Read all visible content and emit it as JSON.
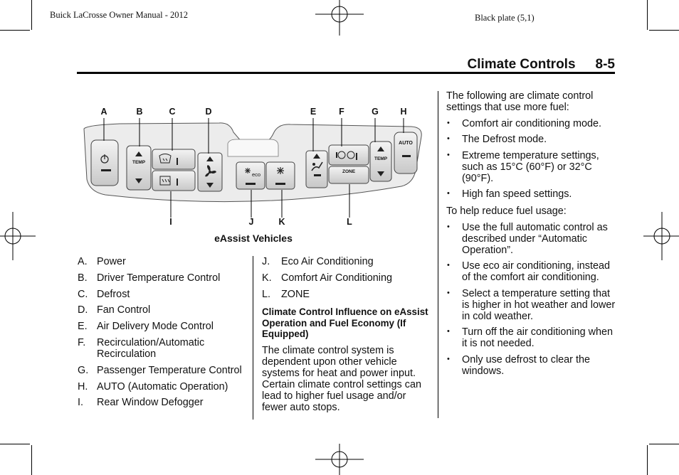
{
  "header": {
    "left": "Buick LaCrosse Owner Manual - 2012",
    "right": "Black plate (5,1)"
  },
  "section": {
    "title": "Climate Controls",
    "page_number": "8-5"
  },
  "figure": {
    "caption": "eAssist Vehicles",
    "top_labels": [
      "A",
      "B",
      "C",
      "D",
      "E",
      "F",
      "G",
      "H"
    ],
    "bottom_labels": [
      "I",
      "J",
      "K",
      "L"
    ],
    "buttons": {
      "temp_left": "TEMP",
      "temp_right": "TEMP",
      "auto": "AUTO",
      "eco": "eco",
      "zone": "ZONE"
    },
    "icons": [
      "power-icon",
      "defrost-icon",
      "rear-defog-icon",
      "fan-icon",
      "air-delivery-icon",
      "eco-snowflake-icon",
      "comfort-snowflake-icon",
      "recirculation-icon",
      "auto-recirculation-icon"
    ]
  },
  "legend_left": [
    {
      "key": "A.",
      "text": "Power"
    },
    {
      "key": "B.",
      "text": "Driver Temperature Control"
    },
    {
      "key": "C.",
      "text": "Defrost"
    },
    {
      "key": "D.",
      "text": "Fan Control"
    },
    {
      "key": "E.",
      "text": "Air Delivery Mode Control"
    },
    {
      "key": "F.",
      "text": "Recirculation/Automatic Recirculation"
    },
    {
      "key": "G.",
      "text": "Passenger Temperature Control"
    },
    {
      "key": "H.",
      "text": "AUTO (Automatic Operation)"
    },
    {
      "key": "I.",
      "text": "Rear Window Defogger"
    }
  ],
  "legend_right": [
    {
      "key": "J.",
      "text": "Eco Air Conditioning"
    },
    {
      "key": "K.",
      "text": "Comfort Air Conditioning"
    },
    {
      "key": "L.",
      "text": "ZONE"
    }
  ],
  "influence": {
    "heading": "Climate Control Influence on eAssist Operation and Fuel Economy (If Equipped)",
    "body": "The climate control system is dependent upon other vehicle systems for heat and power input. Certain climate control settings can lead to higher fuel usage and/or fewer auto stops."
  },
  "fuel_settings": {
    "intro": "The following are climate control settings that use more fuel:",
    "items": [
      "Comfort air conditioning mode.",
      "The Defrost mode.",
      "Extreme temperature settings, such as 15°C (60°F) or 32°C (90°F).",
      "High fan speed settings."
    ]
  },
  "reduce_usage": {
    "intro": "To help reduce fuel usage:",
    "items": [
      "Use the full automatic control as described under “Automatic Operation”.",
      "Use eco air conditioning, instead of the comfort air conditioning.",
      "Select a temperature setting that is higher in hot weather and lower in cold weather.",
      "Turn off the air conditioning when it is not needed.",
      "Only use defrost to clear the windows."
    ]
  }
}
